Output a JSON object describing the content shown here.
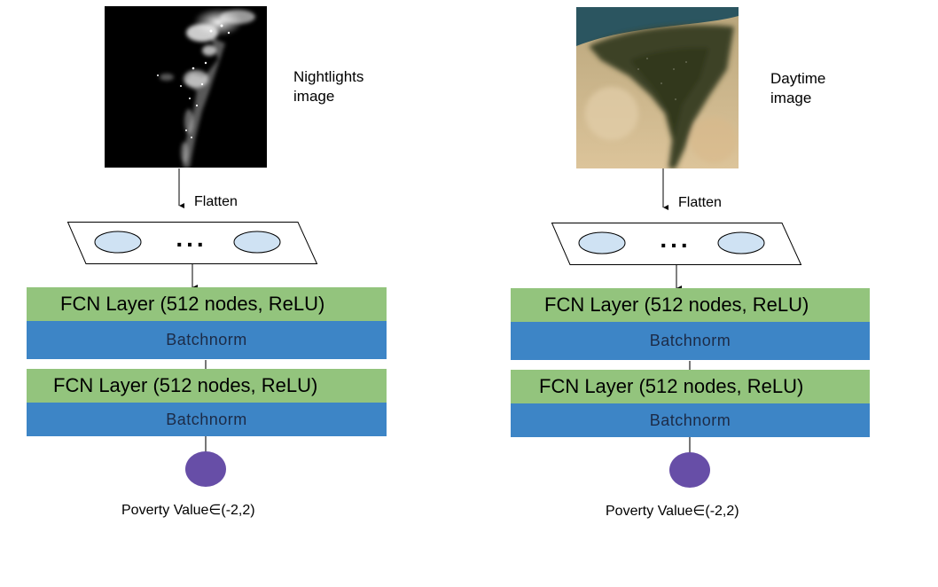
{
  "colors": {
    "fcn_layer": "#93c47d",
    "batchnorm": "#3d85c6",
    "output_node": "#674ea7",
    "input_ellipse": "#cfe2f3"
  },
  "branches": [
    {
      "image_label": "Nightlights\nimage",
      "flatten_label": "Flatten",
      "ellipsis": "...",
      "layers": [
        {
          "fcn": "FCN Layer (512 nodes, ReLU)",
          "batchnorm": "Batchnorm"
        },
        {
          "fcn": "FCN Layer (512 nodes, ReLU)",
          "batchnorm": "Batchnorm"
        }
      ],
      "output_label": "Poverty Value∈(-2,2)"
    },
    {
      "image_label": "Daytime\nimage",
      "flatten_label": "Flatten",
      "ellipsis": "...",
      "layers": [
        {
          "fcn": "FCN Layer (512 nodes, ReLU)",
          "batchnorm": "Batchnorm"
        },
        {
          "fcn": "FCN Layer (512 nodes, ReLU)",
          "batchnorm": "Batchnorm"
        }
      ],
      "output_label": "Poverty Value∈(-2,2)"
    }
  ]
}
